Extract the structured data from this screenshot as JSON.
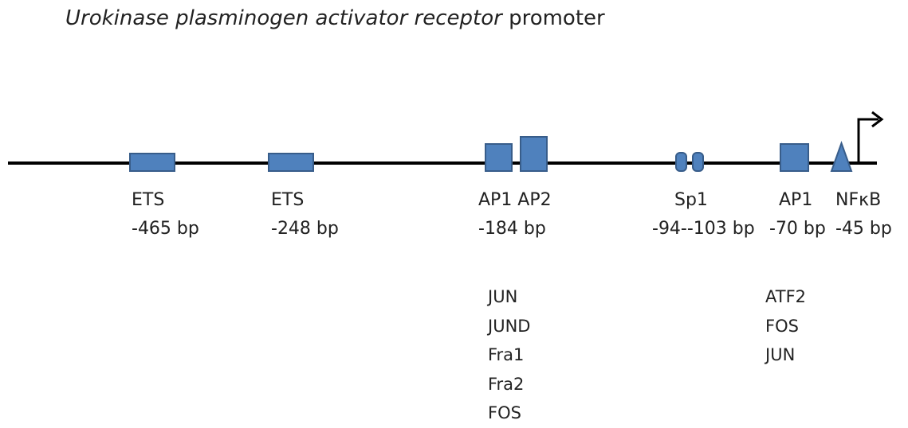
{
  "title": {
    "italic": "Urokinase plasminogen activator receptor",
    "rest": " promoter"
  },
  "colors": {
    "element_fill": "#4f81bd",
    "element_stroke": "#385d8a",
    "line": "#000000",
    "text": "#222222"
  },
  "elements": [
    {
      "name": "ETS",
      "position": "-465 bp"
    },
    {
      "name": "ETS",
      "position": "-248 bp"
    },
    {
      "name": "AP1 AP2",
      "position": "-184 bp"
    },
    {
      "name": "Sp1",
      "position": "-94--103 bp"
    },
    {
      "name": "AP1",
      "position": "-70 bp"
    },
    {
      "name": "NFκB",
      "position": "-45 bp"
    }
  ],
  "binding_factors": {
    "ap1_ap2": [
      "JUN",
      "JUND",
      "Fra1",
      "Fra2",
      "FOS"
    ],
    "ap1": [
      "ATF2",
      "FOS",
      "JUN"
    ]
  }
}
